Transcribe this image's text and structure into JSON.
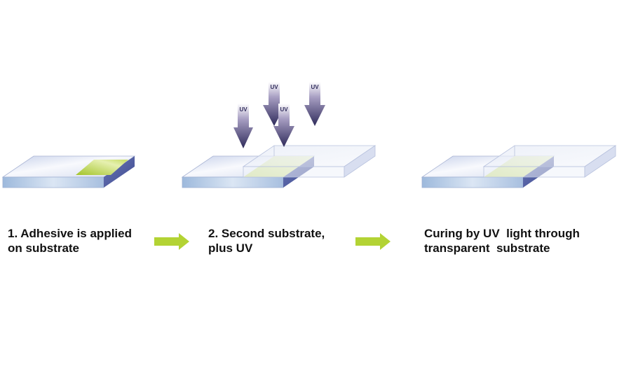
{
  "steps": [
    {
      "label": "1. Adhesive is applied\non substrate"
    },
    {
      "label": "2. Second substrate,\nplus UV"
    },
    {
      "label": "Curing by UV  light through\ntransparent  substrate"
    }
  ],
  "uv_arrows": [
    {
      "text": "UV"
    },
    {
      "text": "UV"
    },
    {
      "text": "UV"
    },
    {
      "text": "UV"
    }
  ],
  "colors": {
    "adhesive": "#b6d23a",
    "flow_arrow": "#b3d334",
    "uv_arrow_dark": "#2e2a5a",
    "substrate": "#c9d6ec"
  }
}
